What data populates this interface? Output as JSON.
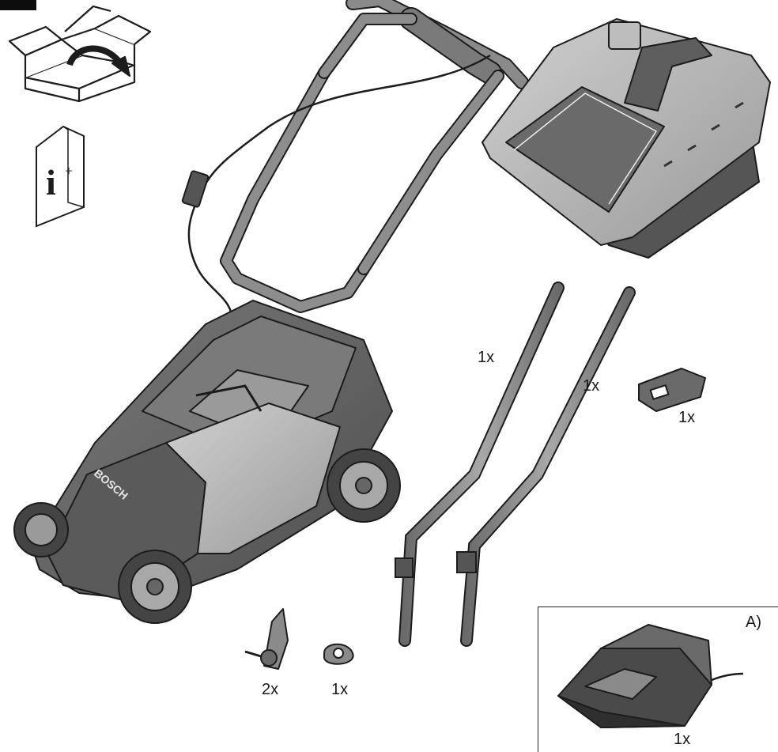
{
  "quantities": {
    "handle_left": "1x",
    "handle_right": "1x",
    "safety_key": "1x",
    "clamp_screws": "2x",
    "cable_clip": "1x",
    "charger": "1x"
  },
  "optional_box": {
    "label": "A)"
  },
  "icons": {
    "unpack": "open-box-rotate-icon",
    "manual": "info-booklet-icon"
  },
  "manual_glyph": "i",
  "manual_glyph_sup": "+",
  "brand_text": "BOSCH",
  "colors": {
    "body_dark": "#5c5c5c",
    "body_mid": "#8a8a8a",
    "body_light": "#b9b9b9",
    "outline": "#1c1c1c",
    "paper": "#ffffff"
  }
}
